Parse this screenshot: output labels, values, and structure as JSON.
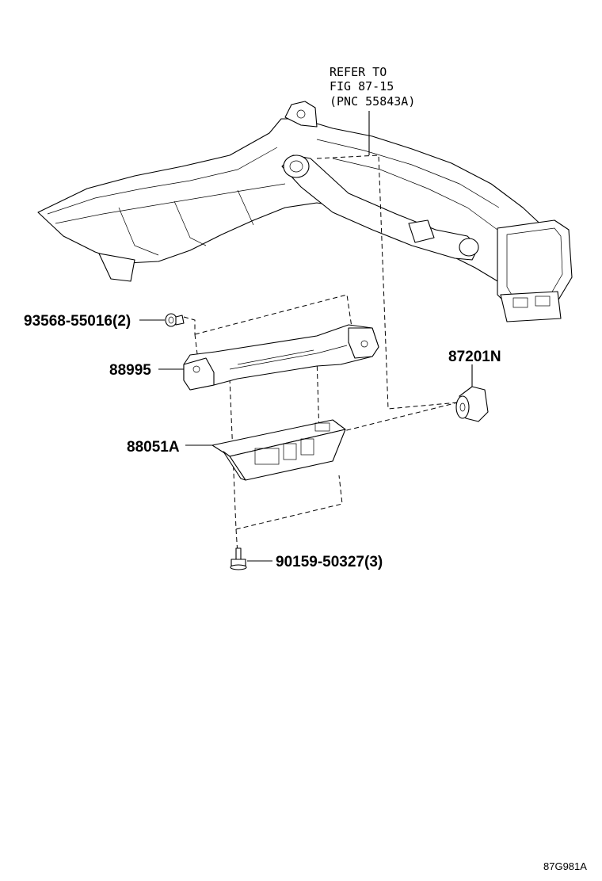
{
  "callouts": {
    "refer_line1": "REFER TO",
    "refer_line2": "FIG 87-15",
    "refer_line3": "(PNC 55843A)",
    "clip_part": "93568-55016(2)",
    "bracket_part": "88995",
    "module_part": "88051A",
    "grommet_part": "87201N",
    "bolt_part": "90159-50327(3)"
  },
  "footer": {
    "illustration_code": "87G981A"
  }
}
